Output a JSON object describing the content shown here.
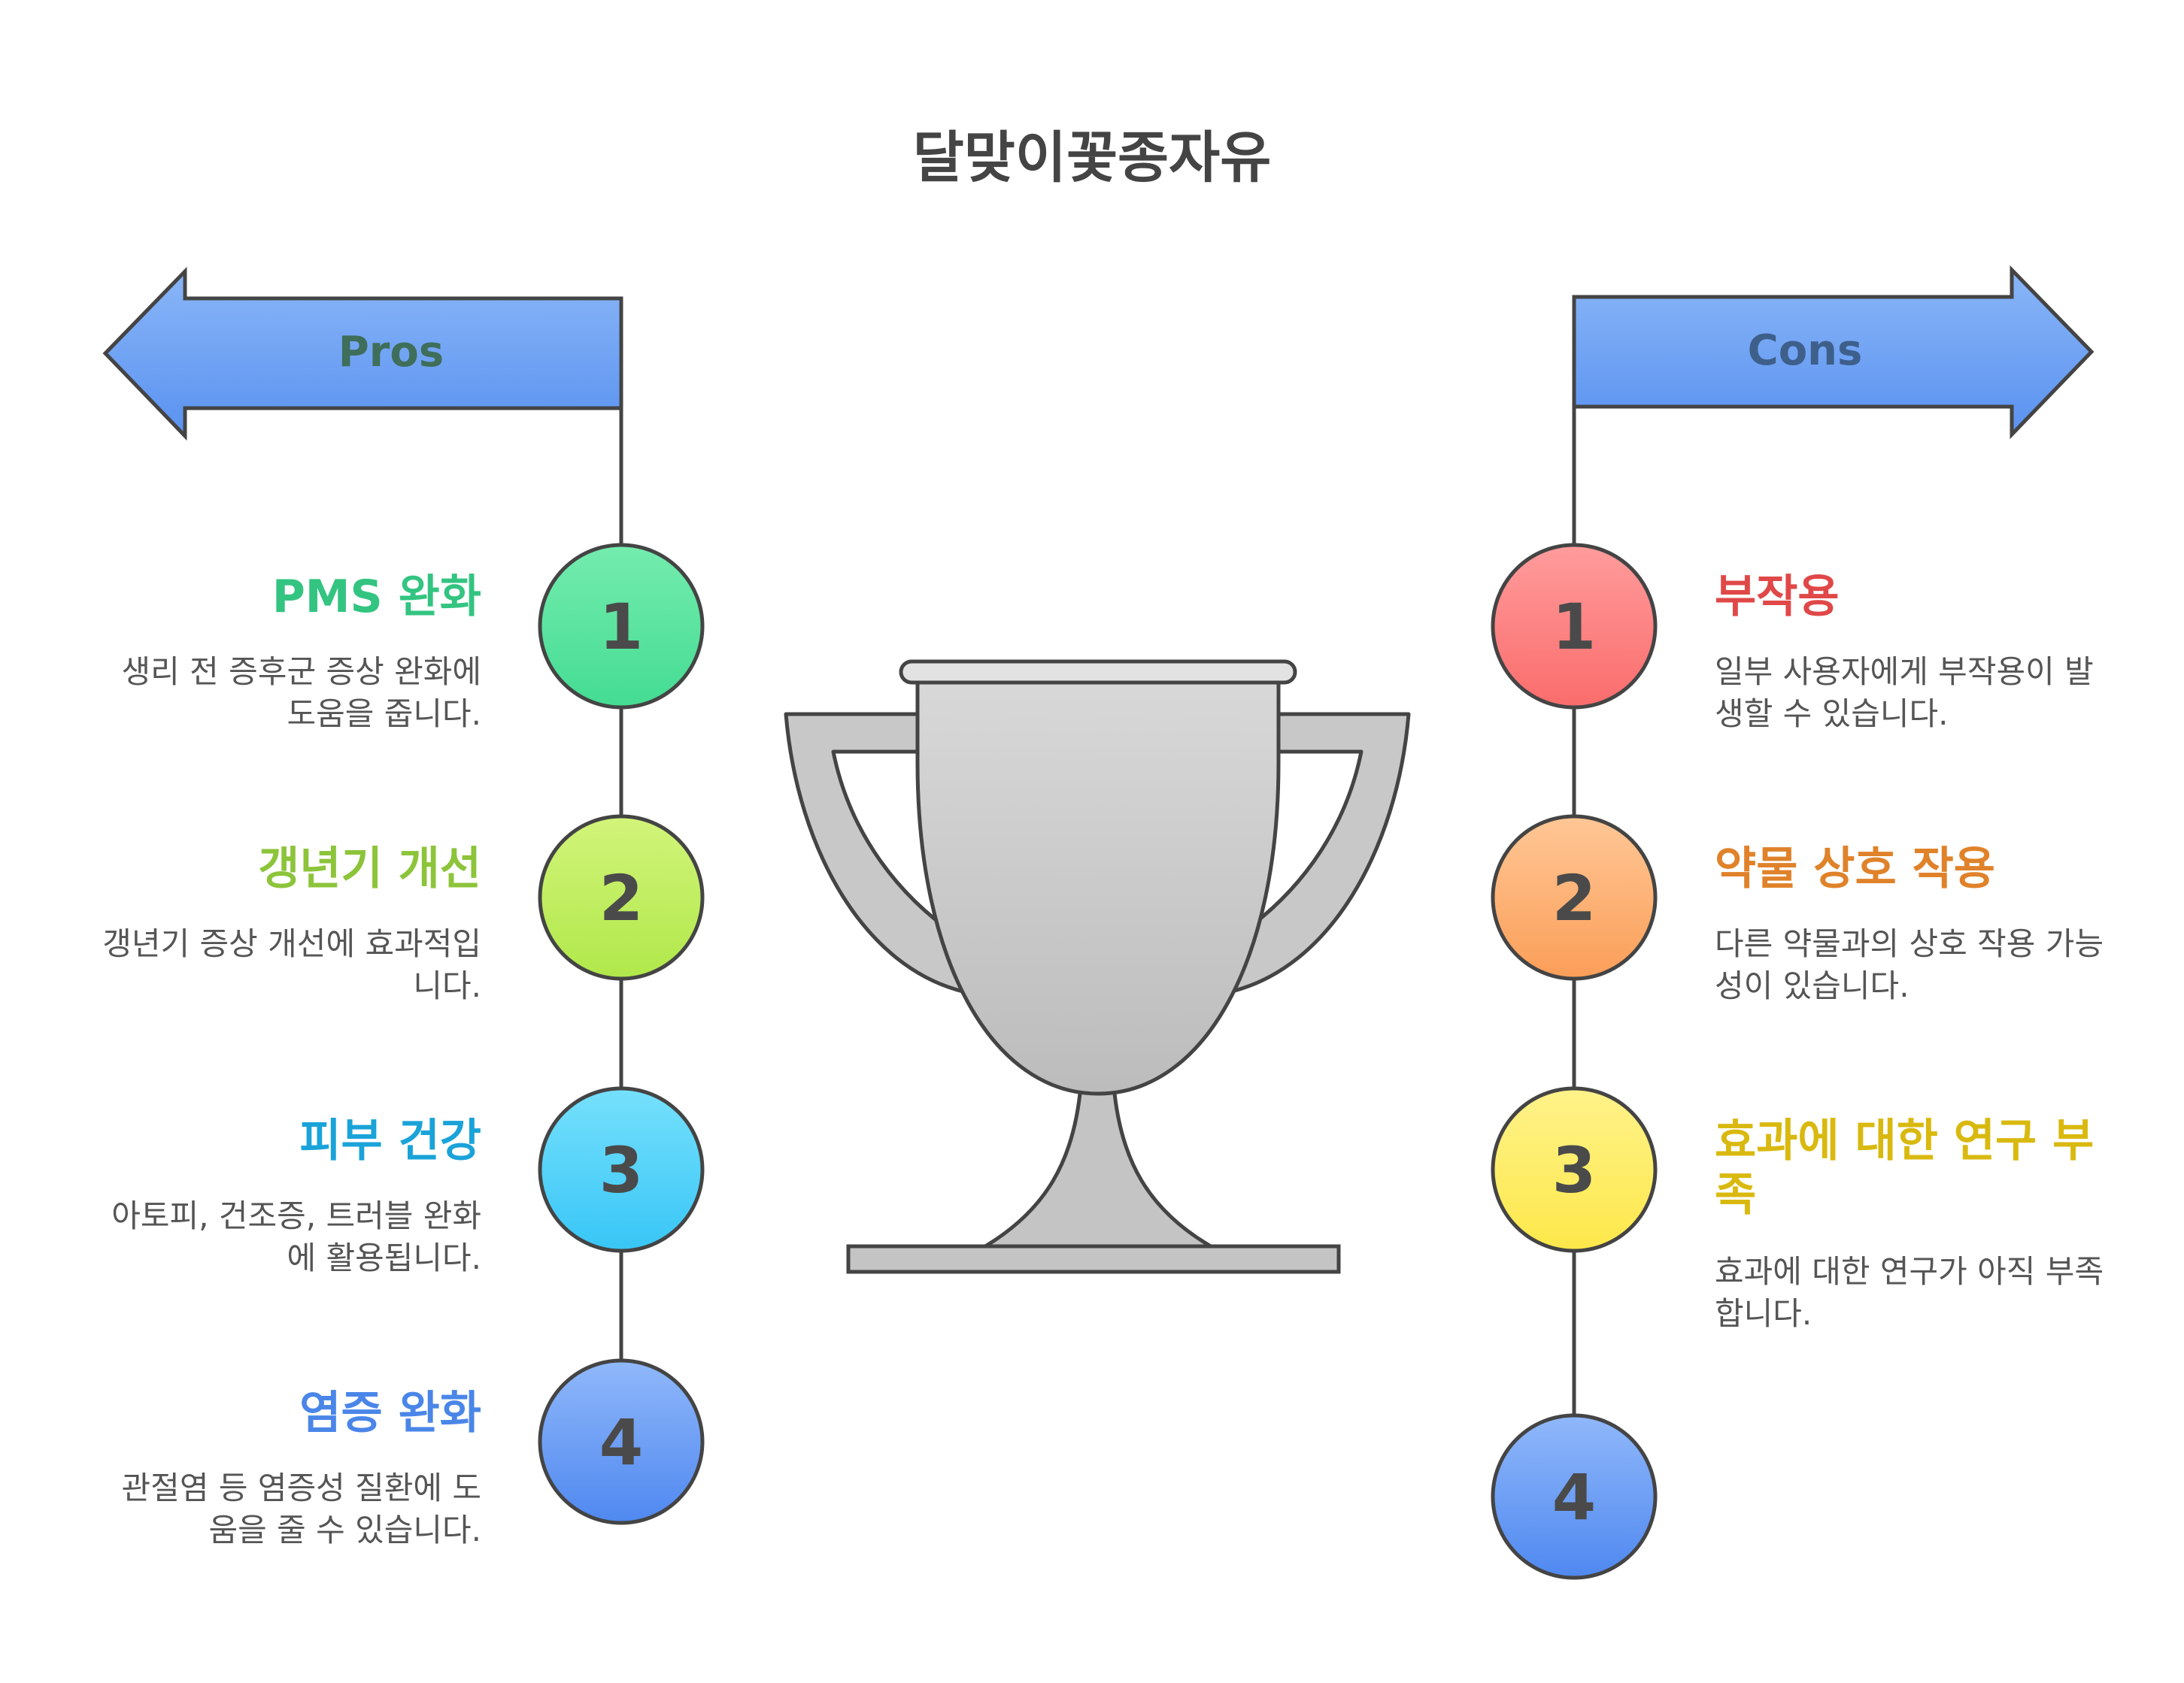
{
  "title": "달맞이꽃종자유",
  "pros": {
    "label": "Pros",
    "items": [
      {
        "number": "1",
        "heading": "PMS 완화",
        "description": "생리 전 증후군 증상 완화에 도움을 줍니다.",
        "color": "#33c481"
      },
      {
        "number": "2",
        "heading": "갱년기 개선",
        "description": "갱년기 증상 개선에 효과적입니다.",
        "color": "#8cc43a"
      },
      {
        "number": "3",
        "heading": "피부 건강",
        "description": "아토피, 건조증, 트러블 완화에 활용됩니다.",
        "color": "#1aa3d9"
      },
      {
        "number": "4",
        "heading": "염증 완화",
        "description": "관절염 등 염증성 질환에 도움을 줄 수 있습니다.",
        "color": "#4a86e8"
      }
    ]
  },
  "cons": {
    "label": "Cons",
    "items": [
      {
        "number": "1",
        "heading": "부작용",
        "description": "일부 사용자에게 부작용이 발생할 수 있습니다.",
        "color": "#e04848"
      },
      {
        "number": "2",
        "heading": "약물 상호 작용",
        "description": "다른 약물과의 상호 작용 가능성이 있습니다.",
        "color": "#e0822a"
      },
      {
        "number": "3",
        "heading": "효과에 대한 연구 부족",
        "description": "효과에 대한 연구가 아직 부족합니다.",
        "color": "#d9b90f"
      },
      {
        "number": "4"
      }
    ]
  },
  "icons": {
    "center": "trophy-icon"
  }
}
